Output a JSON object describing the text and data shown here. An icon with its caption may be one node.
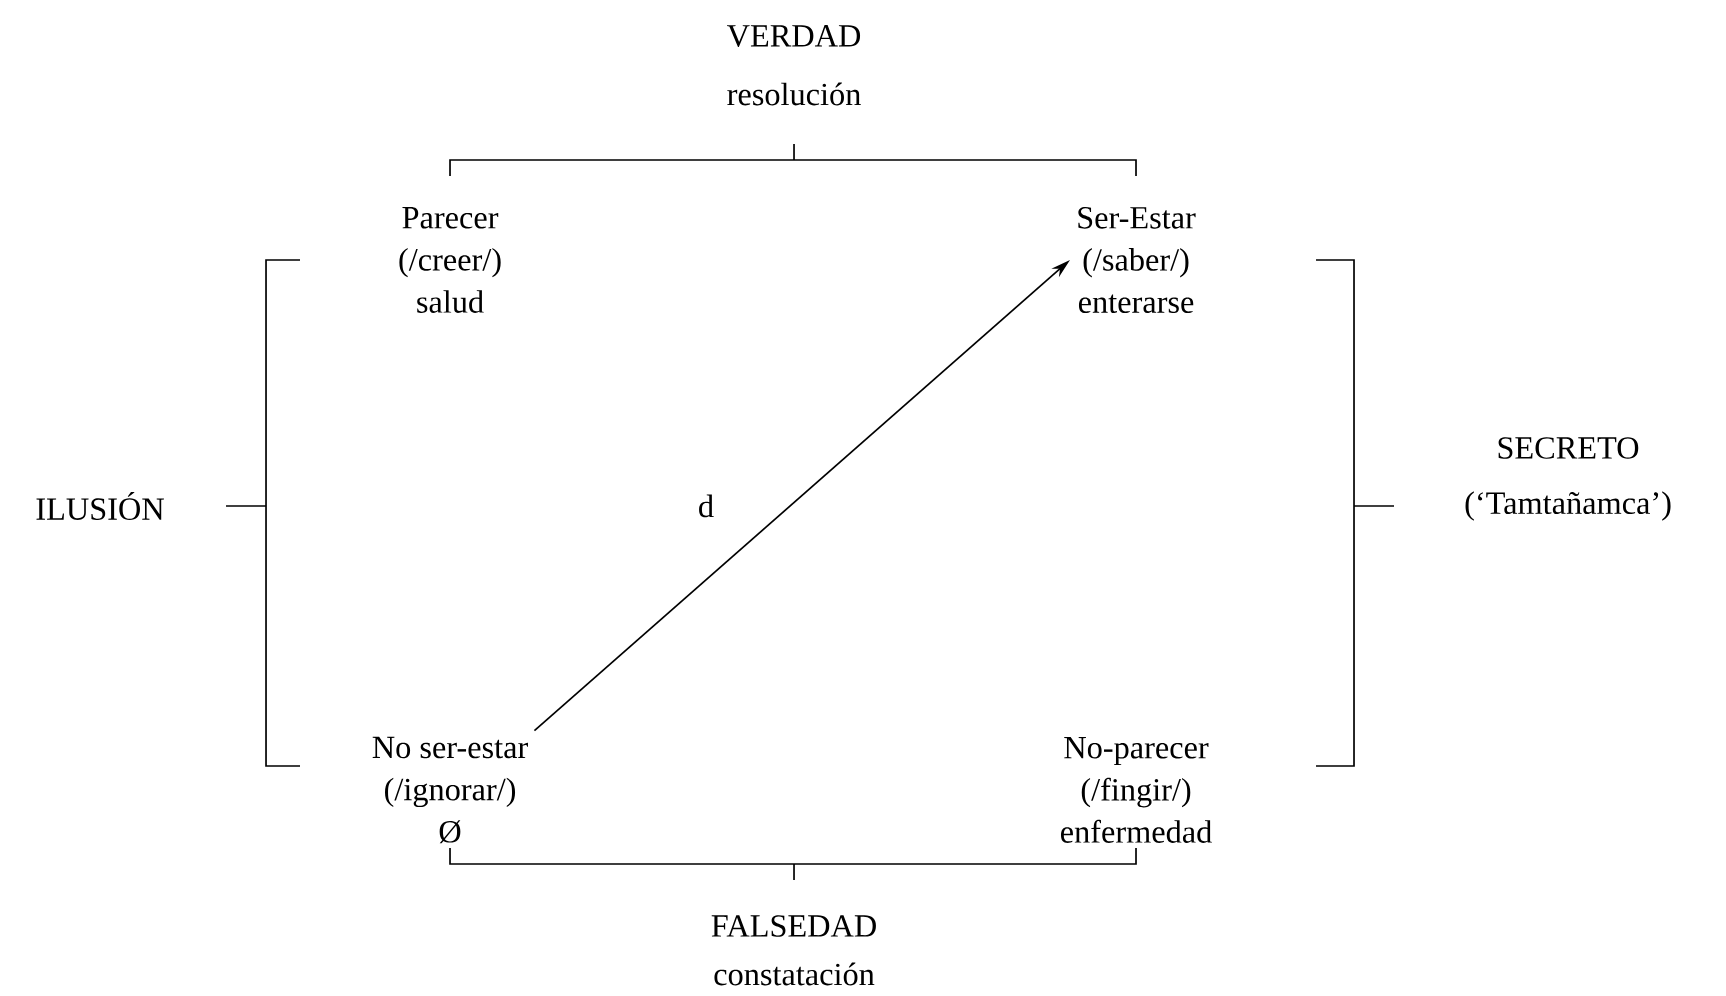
{
  "diagram": {
    "nodes": [
      {
        "text": [
          "Parecer",
          "(/creer/)",
          "salud"
        ]
      },
      {
        "text": [
          "Ser-Estar",
          "(/saber/)",
          "enterarse"
        ]
      },
      {
        "text": [
          "No ser-estar",
          "(/ignorar/)",
          "Ø"
        ]
      },
      {
        "text": [
          "No-parecer",
          "(/fingir/)",
          "enfermedad"
        ]
      }
    ],
    "edges": [
      {
        "from": 2,
        "to": 1,
        "arrow": "to",
        "label": "d"
      }
    ],
    "labels": [
      "VERDAD",
      "resolución",
      "ILUSIÓN",
      "SECRETO",
      "(‘Tamtañamca’)",
      "FALSEDAD",
      "constatación"
    ]
  }
}
